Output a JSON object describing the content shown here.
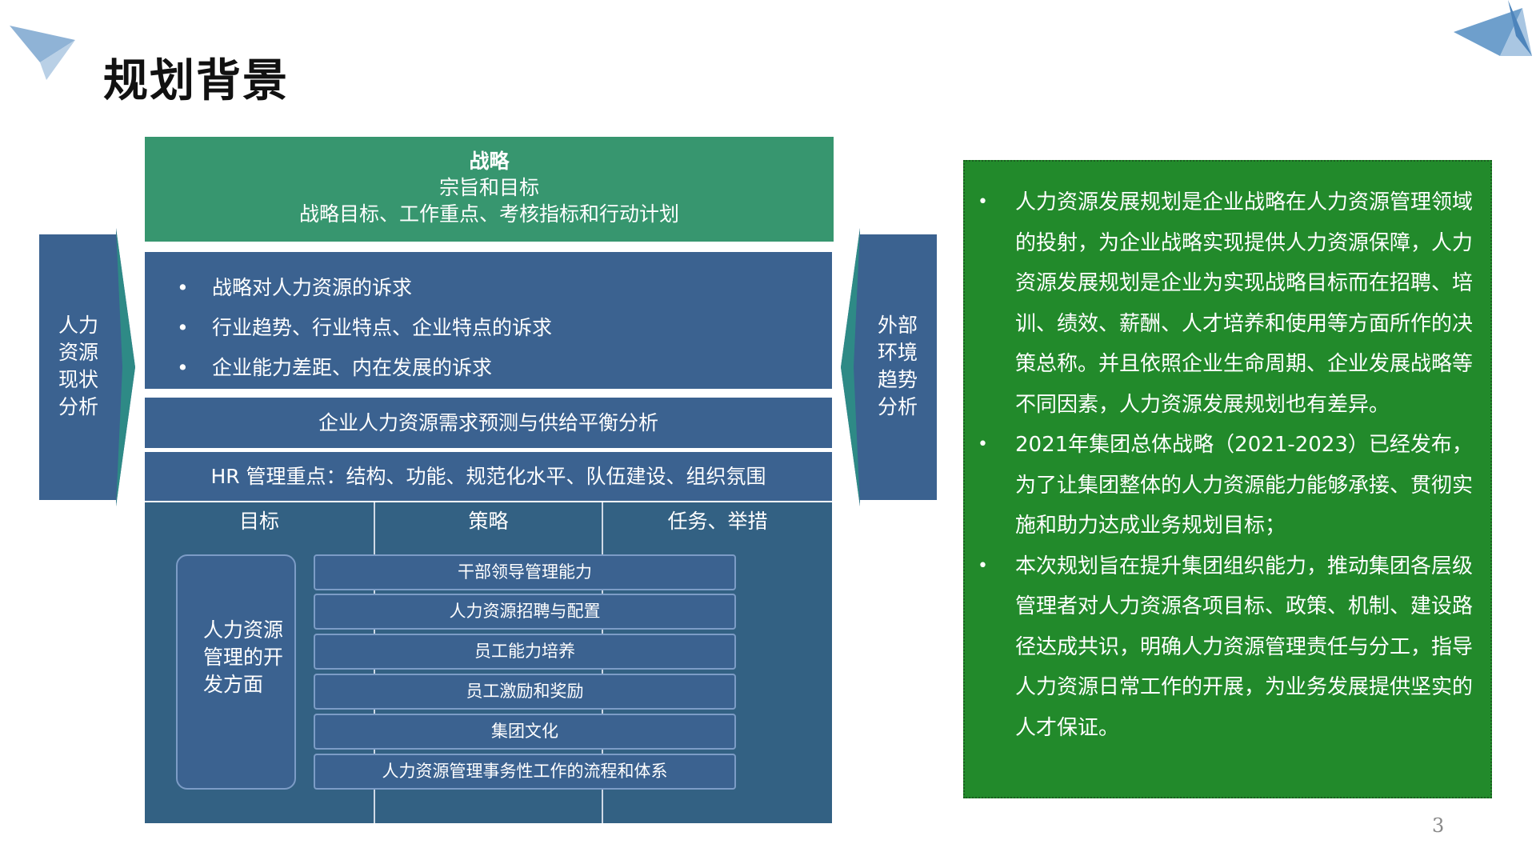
{
  "title": "规划背景",
  "strategy_box": {
    "line1": "战略",
    "line2": "宗旨和目标",
    "line3": "战略目标、工作重点、考核指标和行动计划"
  },
  "needs": [
    "战略对人力资源的诉求",
    "行业趋势、行业特点、企业特点的诉求",
    "企业能力差距、内在发展的诉求"
  ],
  "band1": "企业人力资源需求预测与供给平衡分析",
  "band2": "HR 管理重点：结构、功能、规范化水平、队伍建设、组织氛围",
  "columns": [
    "目标",
    "策略",
    "任务、举措"
  ],
  "dev_label": "人力资源管理的开发方面",
  "items": [
    "干部领导管理能力",
    "人力资源招聘与配置",
    "员工能力培养",
    "员工激励和奖励",
    "集团文化",
    "人力资源管理事务性工作的流程和体系"
  ],
  "left_arrow": "人力资源现状分析",
  "right_arrow": "外部环境趋势分析",
  "panel": [
    "人力资源发展规划是企业战略在人力资源管理领域的投射，为企业战略实现提供人力资源保障，人力资源发展规划是企业为实现战略目标而在招聘、培训、绩效、薪酬、人才培养和使用等方面所作的决策总称。并且依照企业生命周期、企业发展战略等不同因素，人力资源发展规划也有差异。",
    "2021年集团总体战略（2021-2023）已经发布，为了让集团整体的人力资源能力能够承接、贯彻实施和助力达成业务规划目标；",
    "本次规划旨在提升集团组织能力，推动集团各层级管理者对人力资源各项目标、政策、机制、建设路径达成共识，明确人力资源管理责任与分工，指导人力资源日常工作的开展，为业务发展提供坚实的人才保证。"
  ],
  "page_number": "3",
  "colors": {
    "green_top": "#37966f",
    "blue": "#3b6290",
    "panel_green": "#228a2b"
  }
}
